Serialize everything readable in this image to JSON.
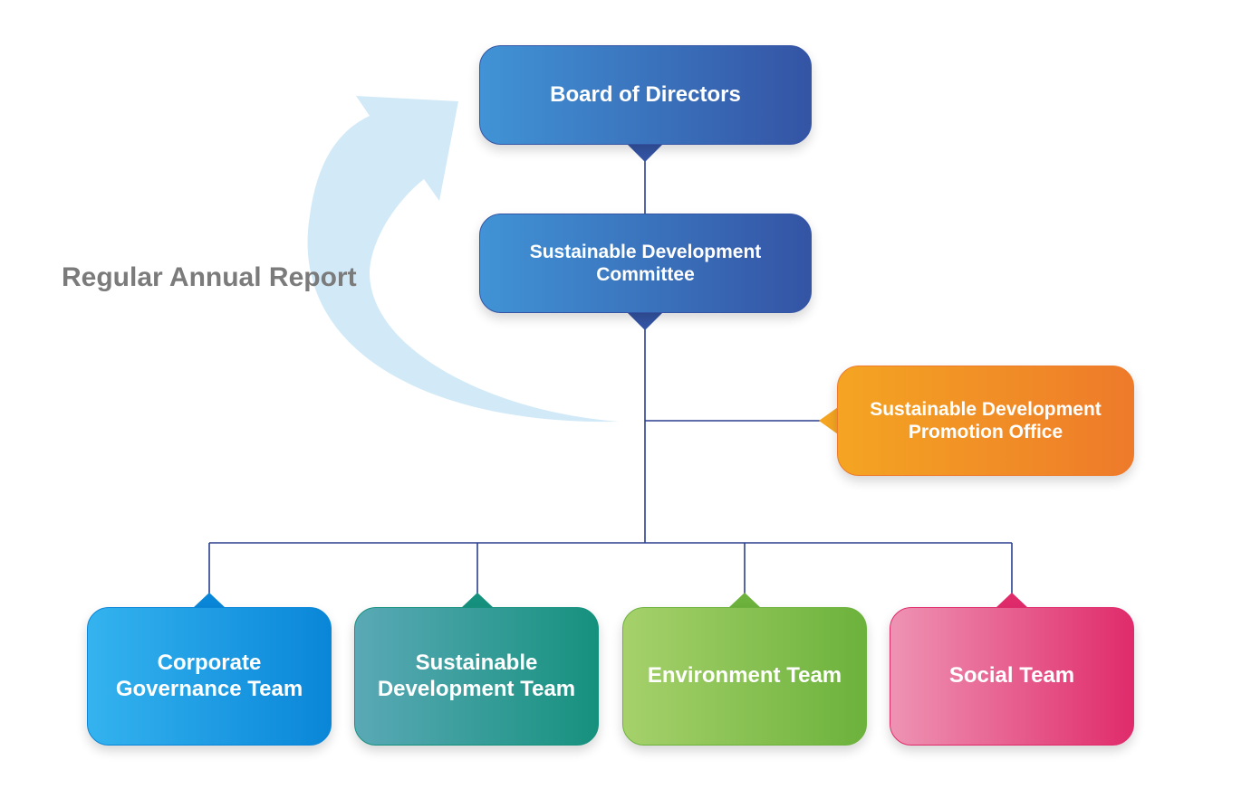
{
  "diagram": {
    "report_label": "Regular Annual Report",
    "nodes": {
      "board": {
        "label": "Board of Directors"
      },
      "committee": {
        "label": "Sustainable Development Committee"
      },
      "promotion_office": {
        "label": "Sustainable Development Promotion Office"
      },
      "teams": [
        {
          "label": "Corporate Governance Team"
        },
        {
          "label": "Sustainable Development Team"
        },
        {
          "label": "Environment Team"
        },
        {
          "label": "Social Team"
        }
      ]
    }
  },
  "colors": {
    "connector": "#2a3f8f",
    "report_arrow": "#d2eaf8",
    "report_text": "#7b7b7b",
    "board_gradient": [
      "#4193d6",
      "#3454a4"
    ],
    "committee_gradient": [
      "#4193d6",
      "#3454a4"
    ],
    "promotion_gradient": [
      "#f4a522",
      "#ee7a2a"
    ],
    "team_gradients": [
      [
        "#34b3ef",
        "#0a86d8"
      ],
      [
        "#5aa9b6",
        "#16917e"
      ],
      [
        "#a6d16b",
        "#6cb23c"
      ],
      [
        "#ee93b3",
        "#e02b6b"
      ]
    ]
  }
}
